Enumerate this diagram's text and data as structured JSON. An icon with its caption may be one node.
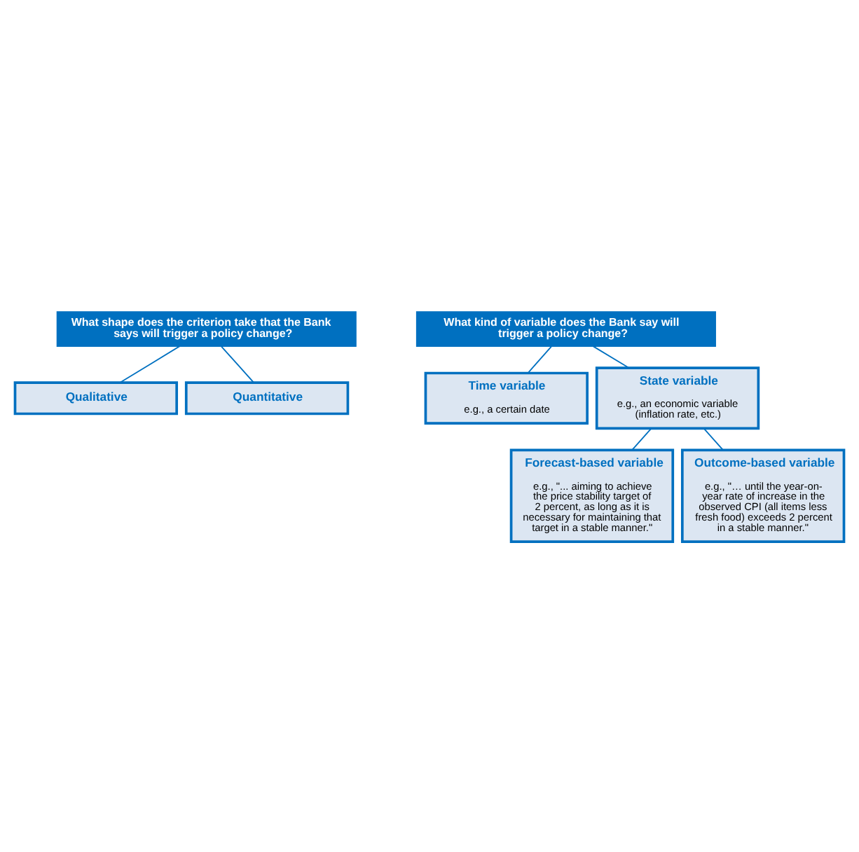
{
  "diagram": {
    "nodes": [
      {
        "text": [
          "What shape does the criterion take that the Bank says will trigger a policy change?"
        ]
      },
      {
        "text": [
          "Qualitative"
        ]
      },
      {
        "text": [
          "Quantitative"
        ]
      },
      {
        "text": [
          "What kind of variable does the Bank say will trigger a policy change?"
        ]
      },
      {
        "text": [
          "Time variable",
          "e.g., a certain date"
        ]
      },
      {
        "text": [
          "State variable",
          "e.g., an economic variable (inflation rate, etc.)"
        ]
      },
      {
        "text": [
          "Forecast-based variable",
          "e.g., \"... aiming to achieve the price stability target of 2 percent, as long as it is necessary for maintaining that target in a stable manner.\""
        ]
      },
      {
        "text": [
          "Outcome-based variable",
          "e.g., \"… until the year-on-year rate of increase in the observed CPI (all items less fresh food) exceeds 2 percent in a stable manner.\""
        ]
      }
    ],
    "edges": [
      {
        "from": 0,
        "to": 1,
        "arrow": "none"
      },
      {
        "from": 0,
        "to": 2,
        "arrow": "none"
      },
      {
        "from": 3,
        "to": 4,
        "arrow": "none"
      },
      {
        "from": 3,
        "to": 5,
        "arrow": "none"
      },
      {
        "from": 5,
        "to": 6,
        "arrow": "none"
      },
      {
        "from": 5,
        "to": 7,
        "arrow": "none"
      }
    ]
  }
}
